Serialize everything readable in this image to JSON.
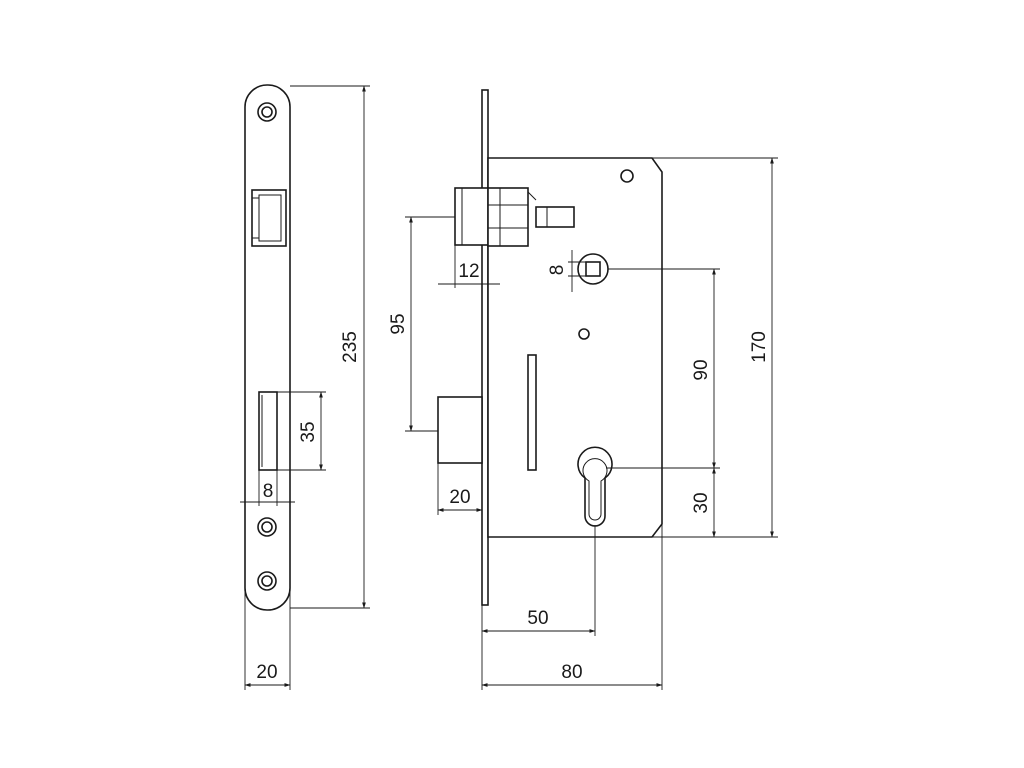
{
  "figure": {
    "dimensions": {
      "faceplate_length": "235",
      "faceplate_width": "20",
      "strike_height": "35",
      "strike_width": "8",
      "latch_projection": "12",
      "deadbolt_projection": "20",
      "handle_to_key_distance": "95",
      "spindle_square": "8",
      "spindle_to_cylinder": "90",
      "cylinder_to_bottom": "30",
      "case_height": "170",
      "backset": "50",
      "case_depth": "80"
    },
    "colors": {
      "line": "#1a1a1a",
      "background": "#ffffff"
    }
  }
}
